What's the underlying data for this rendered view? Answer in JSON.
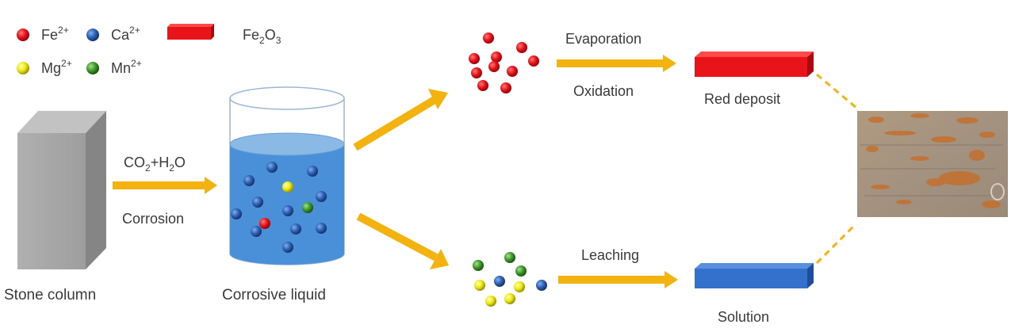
{
  "legend": {
    "ions": [
      {
        "id": "fe",
        "base": "Fe",
        "sup": "2+",
        "color": "#e8141a"
      },
      {
        "id": "ca",
        "base": "Ca",
        "sup": "2+",
        "color": "#2f62b5"
      },
      {
        "id": "mg",
        "base": "Mg",
        "sup": "2+",
        "color": "#eeea10"
      },
      {
        "id": "mn",
        "base": "Mn",
        "sup": "2+",
        "color": "#3f9a2a"
      }
    ],
    "compound": {
      "base1": "Fe",
      "sub1": "2",
      "base2": "O",
      "sub2": "3",
      "color": "#e8141a"
    }
  },
  "stages": {
    "stone_label": "Stone column",
    "reagent": {
      "part1": "CO",
      "sub1": "2",
      "part2": "+H",
      "sub2": "2",
      "part3": "O"
    },
    "corrosion_label": "Corrosion",
    "liquid_label": "Corrosive liquid",
    "upper": {
      "step1": "Evaporation",
      "step2": "Oxidation",
      "product": "Red deposit"
    },
    "lower": {
      "step1": "Leaching",
      "product": "Solution"
    }
  },
  "colors": {
    "arrow": "#f4b20e",
    "stone_front": "#a8a8a8",
    "stone_top": "#c4c4c4",
    "stone_side": "#8a8a8a",
    "liquid": "#4a90d9",
    "liquid_top": "#8ab9e6",
    "deposit_red": "#e8141a",
    "solution_blue": "#3471cc"
  }
}
